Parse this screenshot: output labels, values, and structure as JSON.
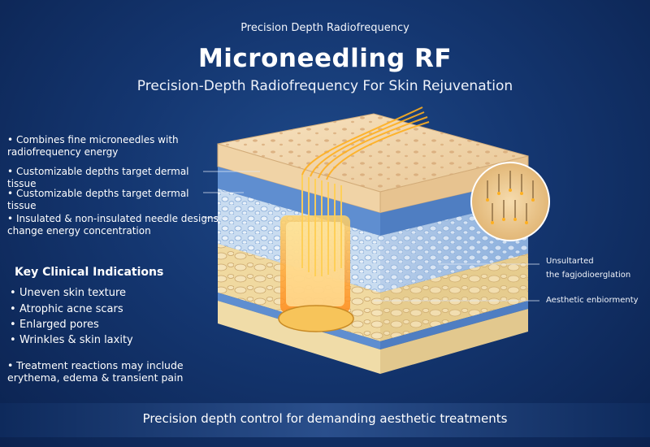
{
  "header": {
    "top_label": "Precision Depth Radiofrequency",
    "title": "Microneedling RF",
    "subtitle": "Precision-Depth Radiofrequency For Skin Rejuvenation"
  },
  "features": [
    "Combines fine microneedles with radiofrequency energy",
    "Customizable depths target dermal tissue",
    "Customizable depths target dermal tissue",
    "Insulated & non-insulated needle designs change energy concentration"
  ],
  "indications": {
    "heading": "Key Clinical Indications",
    "items": [
      "Uneven skin texture",
      "Atrophic acne scars",
      "Enlarged pores",
      "Wrinkles & skin laxity"
    ]
  },
  "reactions": "Treatment reactions may include erythema, edema & transient pain",
  "right_labels": {
    "label1": "Unsultarted",
    "label2": "the fagjodioerglation",
    "label3": "Aesthetic enbiormenty"
  },
  "footer": "Precision depth control for demanding aesthetic treatments",
  "colors": {
    "background": "#143670",
    "epidermis": "#f1d3a8",
    "dermis_blue": "#5f8ed0",
    "reticular": "#c9dcf0",
    "fat": "#f0d9a0",
    "energy": "#ffb020"
  }
}
